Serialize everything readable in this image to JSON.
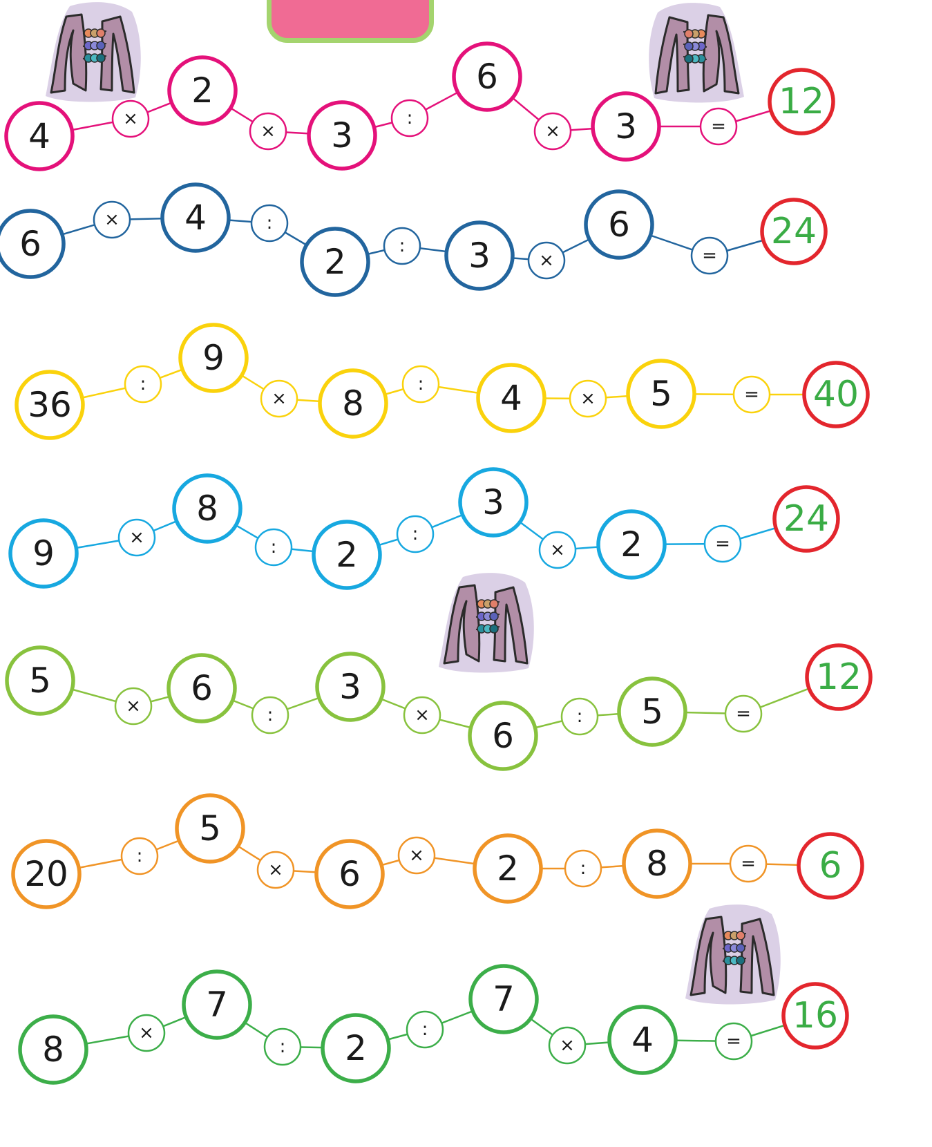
{
  "colors": {
    "answer_ring": "#e3262d",
    "answer_text": "#3aac45",
    "title_tab_fill": "#f06b94",
    "title_tab_border": "#a4d46e"
  },
  "decoration_icon": "abacus-icon",
  "rows": [
    {
      "color": "#e4117a",
      "tokens": [
        {
          "kind": "num",
          "text": "4"
        },
        {
          "kind": "op",
          "text": "×"
        },
        {
          "kind": "num",
          "text": "2"
        },
        {
          "kind": "op",
          "text": "×"
        },
        {
          "kind": "num",
          "text": "3"
        },
        {
          "kind": "op",
          "text": ":"
        },
        {
          "kind": "num",
          "text": "6"
        },
        {
          "kind": "op",
          "text": "×"
        },
        {
          "kind": "num",
          "text": "3"
        },
        {
          "kind": "op",
          "text": "="
        },
        {
          "kind": "ans",
          "text": "12"
        }
      ]
    },
    {
      "color": "#22659e",
      "tokens": [
        {
          "kind": "num",
          "text": "6"
        },
        {
          "kind": "op",
          "text": "×"
        },
        {
          "kind": "num",
          "text": "4"
        },
        {
          "kind": "op",
          "text": ":"
        },
        {
          "kind": "num",
          "text": "2"
        },
        {
          "kind": "op",
          "text": ":"
        },
        {
          "kind": "num",
          "text": "3"
        },
        {
          "kind": "op",
          "text": "×"
        },
        {
          "kind": "num",
          "text": "6"
        },
        {
          "kind": "op",
          "text": "="
        },
        {
          "kind": "ans",
          "text": "24"
        }
      ]
    },
    {
      "color": "#fad20c",
      "tokens": [
        {
          "kind": "num",
          "text": "36"
        },
        {
          "kind": "op",
          "text": ":"
        },
        {
          "kind": "num",
          "text": "9"
        },
        {
          "kind": "op",
          "text": "×"
        },
        {
          "kind": "num",
          "text": "8"
        },
        {
          "kind": "op",
          "text": ":"
        },
        {
          "kind": "num",
          "text": "4"
        },
        {
          "kind": "op",
          "text": "×"
        },
        {
          "kind": "num",
          "text": "5"
        },
        {
          "kind": "op",
          "text": "="
        },
        {
          "kind": "ans",
          "text": "40"
        }
      ]
    },
    {
      "color": "#17a8e0",
      "tokens": [
        {
          "kind": "num",
          "text": "9"
        },
        {
          "kind": "op",
          "text": "×"
        },
        {
          "kind": "num",
          "text": "8"
        },
        {
          "kind": "op",
          "text": ":"
        },
        {
          "kind": "num",
          "text": "2"
        },
        {
          "kind": "op",
          "text": ":"
        },
        {
          "kind": "num",
          "text": "3"
        },
        {
          "kind": "op",
          "text": "×"
        },
        {
          "kind": "num",
          "text": "2"
        },
        {
          "kind": "op",
          "text": "="
        },
        {
          "kind": "ans",
          "text": "24"
        }
      ]
    },
    {
      "color": "#88c23e",
      "tokens": [
        {
          "kind": "num",
          "text": "5"
        },
        {
          "kind": "op",
          "text": "×"
        },
        {
          "kind": "num",
          "text": "6"
        },
        {
          "kind": "op",
          "text": ":"
        },
        {
          "kind": "num",
          "text": "3"
        },
        {
          "kind": "op",
          "text": "×"
        },
        {
          "kind": "num",
          "text": "6"
        },
        {
          "kind": "op",
          "text": ":"
        },
        {
          "kind": "num",
          "text": "5"
        },
        {
          "kind": "op",
          "text": "="
        },
        {
          "kind": "ans",
          "text": "12"
        }
      ]
    },
    {
      "color": "#f09426",
      "tokens": [
        {
          "kind": "num",
          "text": "20"
        },
        {
          "kind": "op",
          "text": ":"
        },
        {
          "kind": "num",
          "text": "5"
        },
        {
          "kind": "op",
          "text": "×"
        },
        {
          "kind": "num",
          "text": "6"
        },
        {
          "kind": "op",
          "text": "×"
        },
        {
          "kind": "num",
          "text": "2"
        },
        {
          "kind": "op",
          "text": ":"
        },
        {
          "kind": "num",
          "text": "8"
        },
        {
          "kind": "op",
          "text": "="
        },
        {
          "kind": "ans",
          "text": "6"
        }
      ]
    },
    {
      "color": "#3cae49",
      "tokens": [
        {
          "kind": "num",
          "text": "8"
        },
        {
          "kind": "op",
          "text": "×"
        },
        {
          "kind": "num",
          "text": "7"
        },
        {
          "kind": "op",
          "text": ":"
        },
        {
          "kind": "num",
          "text": "2"
        },
        {
          "kind": "op",
          "text": ":"
        },
        {
          "kind": "num",
          "text": "7"
        },
        {
          "kind": "op",
          "text": "×"
        },
        {
          "kind": "num",
          "text": "4"
        },
        {
          "kind": "op",
          "text": "="
        },
        {
          "kind": "ans",
          "text": "16"
        }
      ]
    }
  ]
}
